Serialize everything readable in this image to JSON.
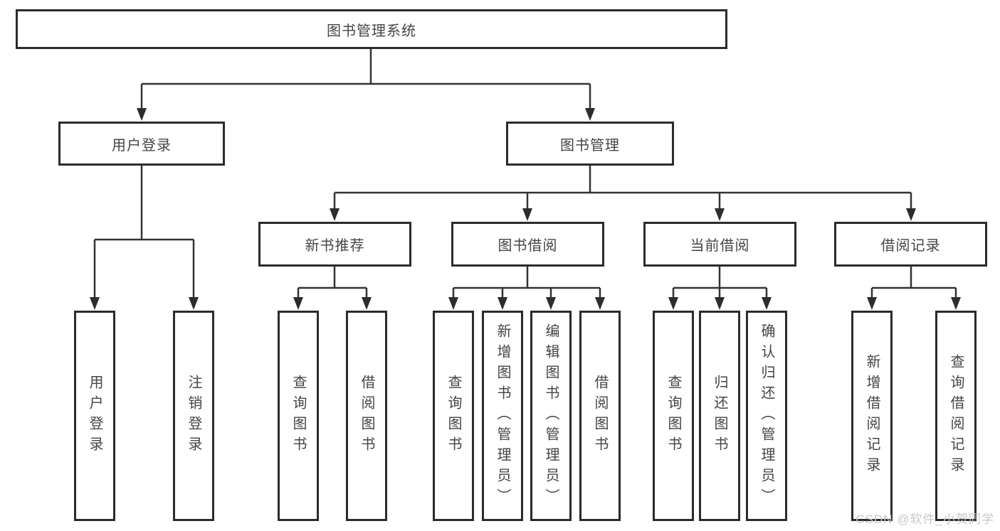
{
  "diagram": {
    "title": "图书管理系统",
    "root": {
      "label": "图书管理系统"
    },
    "branches": [
      {
        "label": "用户登录",
        "leaves": [
          "用户登录",
          "注销登录"
        ]
      },
      {
        "label": "图书管理",
        "children": [
          {
            "label": "新书推荐",
            "leaves": [
              "查询图书",
              "借阅图书"
            ]
          },
          {
            "label": "图书借阅",
            "leaves": [
              "查询图书",
              "新增图书（管理员）",
              "编辑图书（管理员）",
              "借阅图书"
            ]
          },
          {
            "label": "当前借阅",
            "leaves": [
              "查询图书",
              "归还图书",
              "确认归还（管理员）"
            ]
          },
          {
            "label": "借阅记录",
            "leaves": [
              "新增借阅记录",
              "查询借阅记录"
            ]
          }
        ]
      }
    ]
  },
  "watermark": {
    "text": "CSDN @软件_小贺同学"
  },
  "colors": {
    "line": "#333333",
    "box_border": "#2b2b2b",
    "text": "#444444",
    "watermark": "#c8c8c8",
    "background": "#ffffff"
  }
}
